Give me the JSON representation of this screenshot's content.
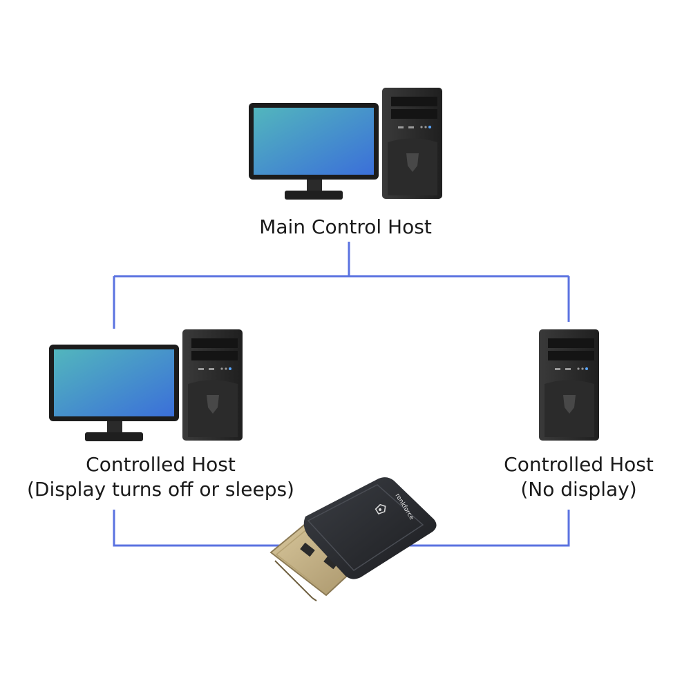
{
  "nodes": {
    "main": {
      "title": "Main Control Host"
    },
    "left": {
      "title": "Controlled Host",
      "subtitle": "(Display turns off or sleeps)"
    },
    "right": {
      "title": "Controlled Host",
      "subtitle": "(No display)"
    }
  },
  "adapter": {
    "brand": "renkforce"
  },
  "colors": {
    "connector_line": "#5a72e0",
    "screen_top": "#4fb3c0",
    "screen_bottom": "#3a6fd8",
    "device_dark": "#262626",
    "adapter_body": "#2b2d31",
    "plug_gold": "#c9b489"
  },
  "icons": [
    "monitor-icon",
    "tower-pc-icon",
    "displayport-adapter-icon",
    "brand-logo-icon"
  ]
}
